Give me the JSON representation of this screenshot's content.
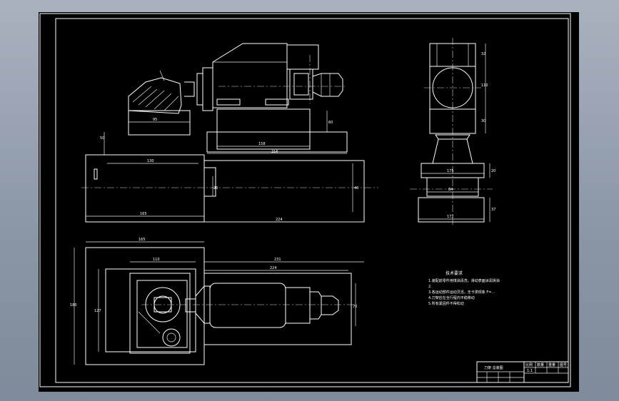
{
  "colors": {
    "background": "#000000",
    "lines": "#ffffff",
    "window": "#8a95a5"
  },
  "dims": {
    "d95": "95",
    "d50": "50",
    "d130": "130",
    "d158": "158",
    "d216": "216",
    "d165": "165",
    "d224": "224",
    "d20": "20",
    "d40": "40",
    "d60": "60",
    "d32": "32",
    "d110r": "110",
    "d30": "30",
    "d175": "175",
    "d20r": "20",
    "d84": "84",
    "d37": "37",
    "d172": "172",
    "d165b": "165",
    "d110": "110",
    "d231": "231",
    "d224b": "224",
    "d180": "180",
    "d127": "127",
    "d70": "70"
  },
  "notes": {
    "title": "技术要求",
    "lines": [
      "1.装配前零件用煤油清洗，滑动表面涂润滑油",
      "2.",
      "3.各运动部件运动灵活，无卡滞现象 F=...",
      "4.刀架应在全行程内平稳移动",
      "5.所有紧固件不得松动"
    ]
  },
  "titleblock": {
    "name": "刀架 总装图",
    "cells": [
      "比例",
      "数量",
      "重量",
      "图号"
    ],
    "sheet": "1:1"
  }
}
